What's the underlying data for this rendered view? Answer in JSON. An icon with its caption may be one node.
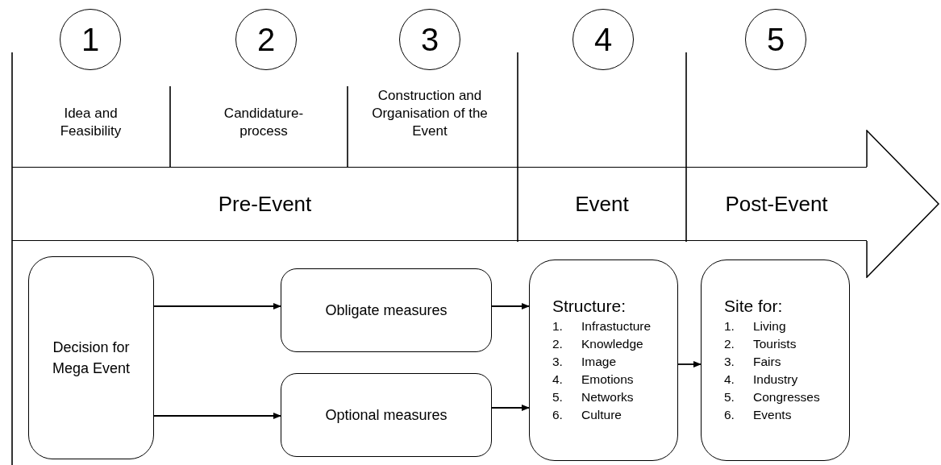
{
  "diagram": {
    "nodes": [
      {
        "text": [
          "1"
        ]
      },
      {
        "text": [
          "2"
        ]
      },
      {
        "text": [
          "3"
        ]
      },
      {
        "text": [
          "4"
        ]
      },
      {
        "text": [
          "5"
        ]
      },
      {
        "text": [
          "Pre-Event"
        ]
      },
      {
        "text": [
          "Event"
        ]
      },
      {
        "text": [
          "Post-Event"
        ]
      },
      {
        "text": [
          "Decision for Mega Event"
        ]
      },
      {
        "text": [
          "Obligate measures"
        ]
      },
      {
        "text": [
          "Optional measures"
        ]
      },
      {
        "text": [
          "Structure:",
          "1. Infrastucture",
          "2. Knowledge",
          "3. Image",
          "4. Emotions",
          "5. Networks",
          "6. Culture"
        ]
      },
      {
        "text": [
          "Site for:",
          "1. Living",
          "2. Tourists",
          "3. Fairs",
          "4. Industry",
          "5. Congresses",
          "6. Events"
        ]
      }
    ],
    "edges": [
      {
        "from": 8,
        "to": 9,
        "arrow": "to"
      },
      {
        "from": 8,
        "to": 10,
        "arrow": "to"
      },
      {
        "from": 9,
        "to": 11,
        "arrow": "to"
      },
      {
        "from": 10,
        "to": 11,
        "arrow": "to"
      },
      {
        "from": 11,
        "to": 12,
        "arrow": "to"
      }
    ],
    "labels": [
      "Idea and Feasibility",
      "Candidature-process",
      "Construction and Organisation of the Event"
    ]
  }
}
